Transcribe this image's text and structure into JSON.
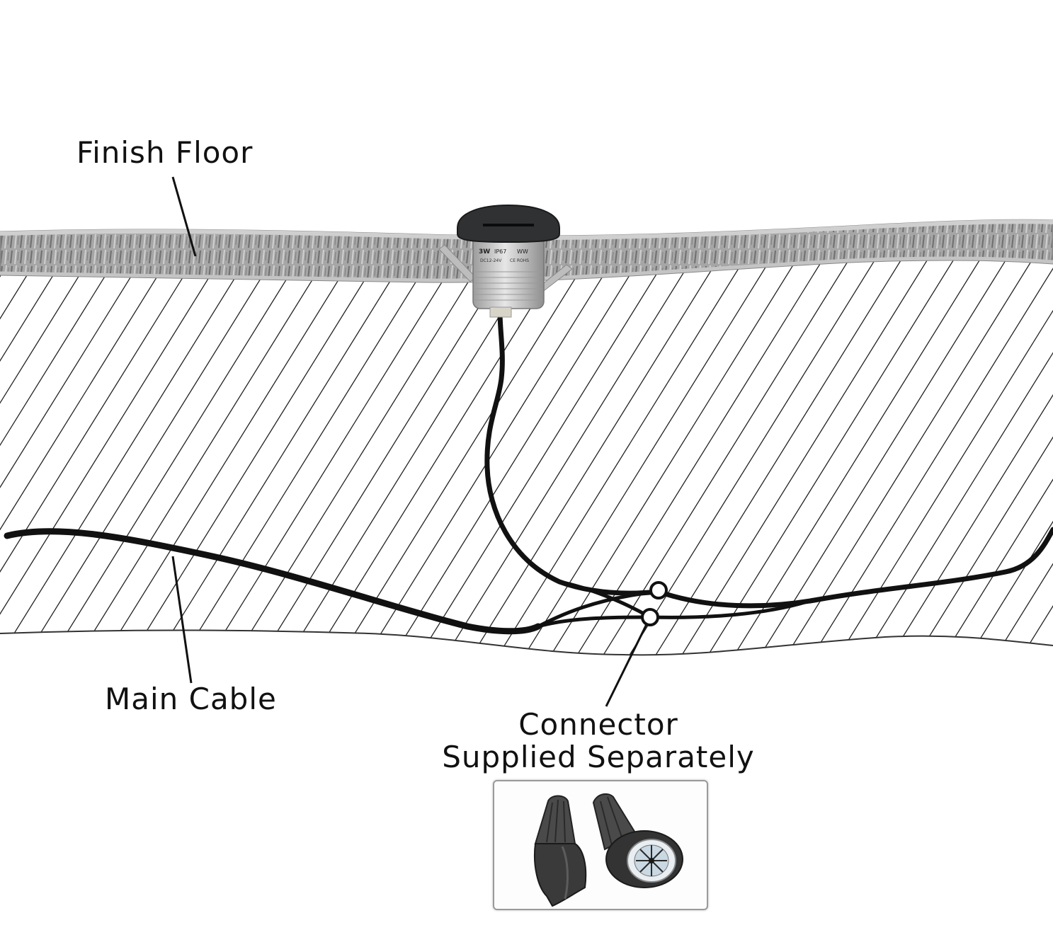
{
  "labels": {
    "finish_floor": "Finish Floor",
    "main_cable": "Main Cable",
    "connector_line1": "Connector",
    "connector_line2": "Supplied Separately"
  },
  "fixture_markings": {
    "wattage": "3W",
    "ip_rating": "IP67",
    "color": "WW",
    "voltage": "DC12-24V",
    "certs": "CE ROHS"
  },
  "colors": {
    "floor_gray": "#a9a9a9",
    "cable": "#111111",
    "fixture_cap": "#2f3133",
    "fixture_body": "#c9c9c9"
  }
}
